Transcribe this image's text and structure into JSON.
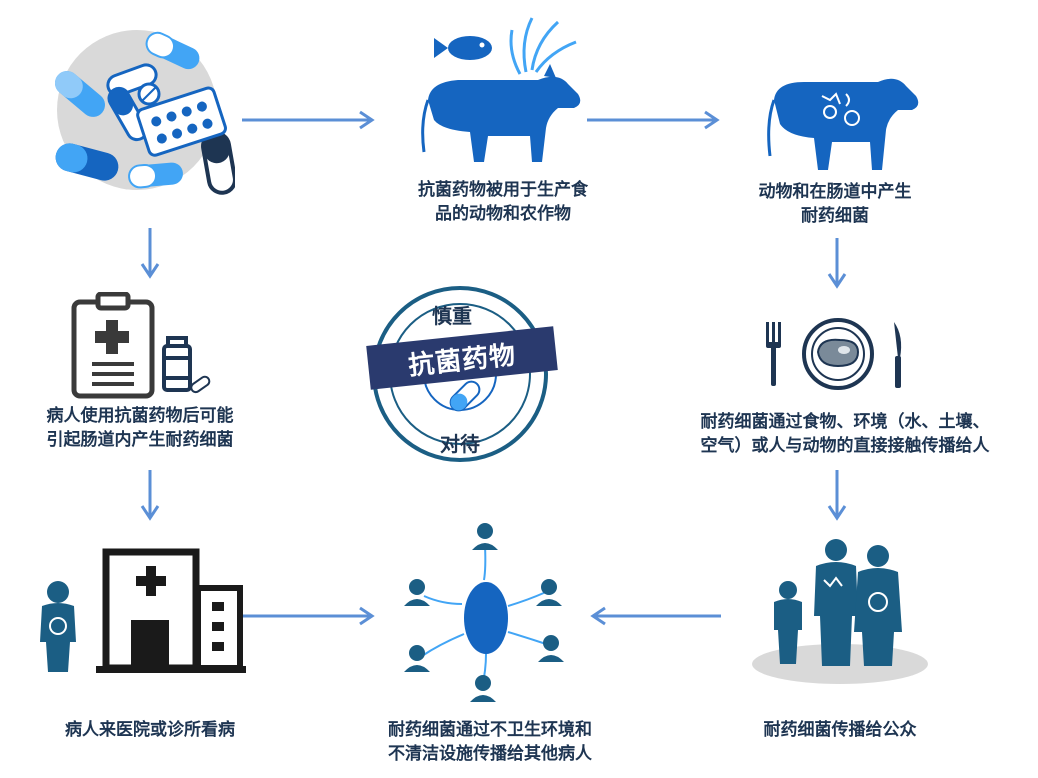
{
  "center": {
    "top": "慎重",
    "banner": "抗菌药物",
    "bottom": "对待"
  },
  "steps": [
    {
      "id": "pills",
      "caption": []
    },
    {
      "id": "cow-feed",
      "caption": [
        "抗菌药物被用于生产食",
        "品的动物和农作物"
      ]
    },
    {
      "id": "cow-gut",
      "caption": [
        "动物和在肠道中产生",
        "耐药细菌"
      ]
    },
    {
      "id": "patient-clipboard",
      "caption": [
        "病人使用抗菌药物后可能",
        "引起肠道内产生耐药细菌"
      ]
    },
    {
      "id": "food-env",
      "caption": [
        "耐药细菌通过食物、环境（水、土壤、",
        "空气）或人与动物的直接接触传播给人"
      ]
    },
    {
      "id": "hospital",
      "caption": [
        "病人来医院或诊所看病"
      ]
    },
    {
      "id": "network",
      "caption": [
        "耐药细菌通过不卫生环境和",
        "不清洁设施传播给其他病人"
      ]
    },
    {
      "id": "family",
      "caption": [
        "耐药细菌传播给公众"
      ]
    }
  ],
  "colors": {
    "primary": "#1565c0",
    "light": "#42a5f5",
    "dark": "#1e3552",
    "teal": "#1b5e84",
    "arrow": "#5b8fd6",
    "grey": "#d9d9d9"
  }
}
